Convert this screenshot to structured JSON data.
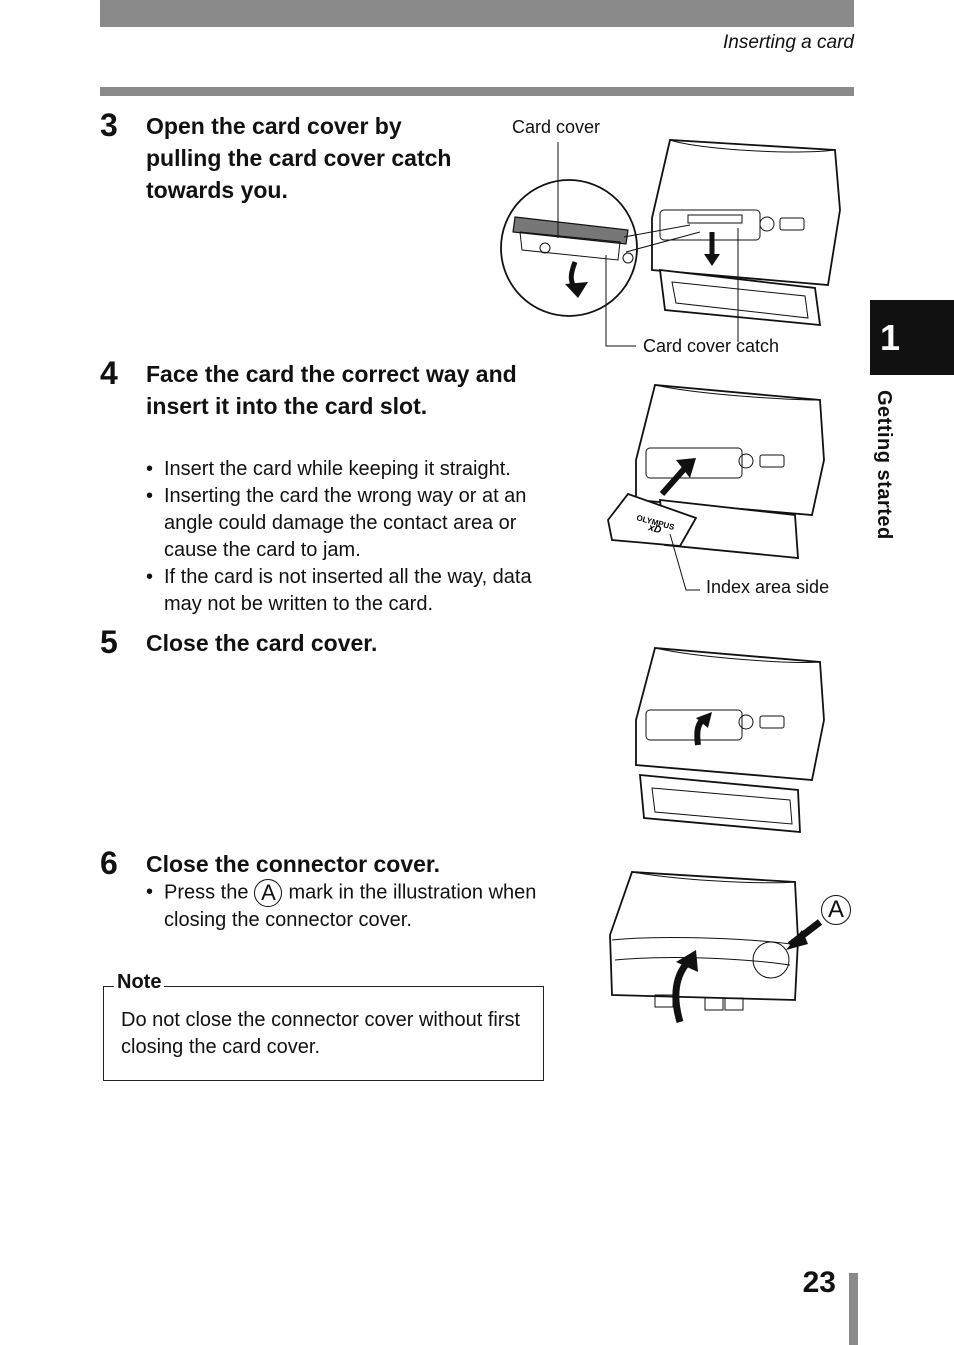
{
  "header": {
    "running_head": "Inserting a card"
  },
  "chapter": {
    "number": "1",
    "label": "Getting started"
  },
  "steps": [
    {
      "number": "3",
      "title": "Open the card cover by pulling the card cover catch towards you.",
      "bullets": []
    },
    {
      "number": "4",
      "title": "Face the card the correct way and insert it into the card slot.",
      "bullets": [
        "Insert the card while keeping it straight.",
        "Inserting the card the wrong way or at an angle could damage the contact area or cause the card to jam.",
        "If the card is not inserted all the way, data may not be written to the card."
      ]
    },
    {
      "number": "5",
      "title": "Close the card cover.",
      "bullets": []
    },
    {
      "number": "6",
      "title": "Close the connector cover.",
      "bullets_pre": "Press the",
      "bullets_mark": "A",
      "bullets_post": "mark in the illustration when closing the connector cover."
    }
  ],
  "callouts": {
    "card_cover": "Card cover",
    "card_cover_catch": "Card cover catch",
    "index_area_side": "Index area side",
    "mark_a": "A"
  },
  "card_logo": {
    "brand": "OLYMPUS",
    "format": "xD"
  },
  "note": {
    "label": "Note",
    "text": "Do not close the connector cover without first closing the card cover."
  },
  "footer": {
    "page_number": "23"
  }
}
